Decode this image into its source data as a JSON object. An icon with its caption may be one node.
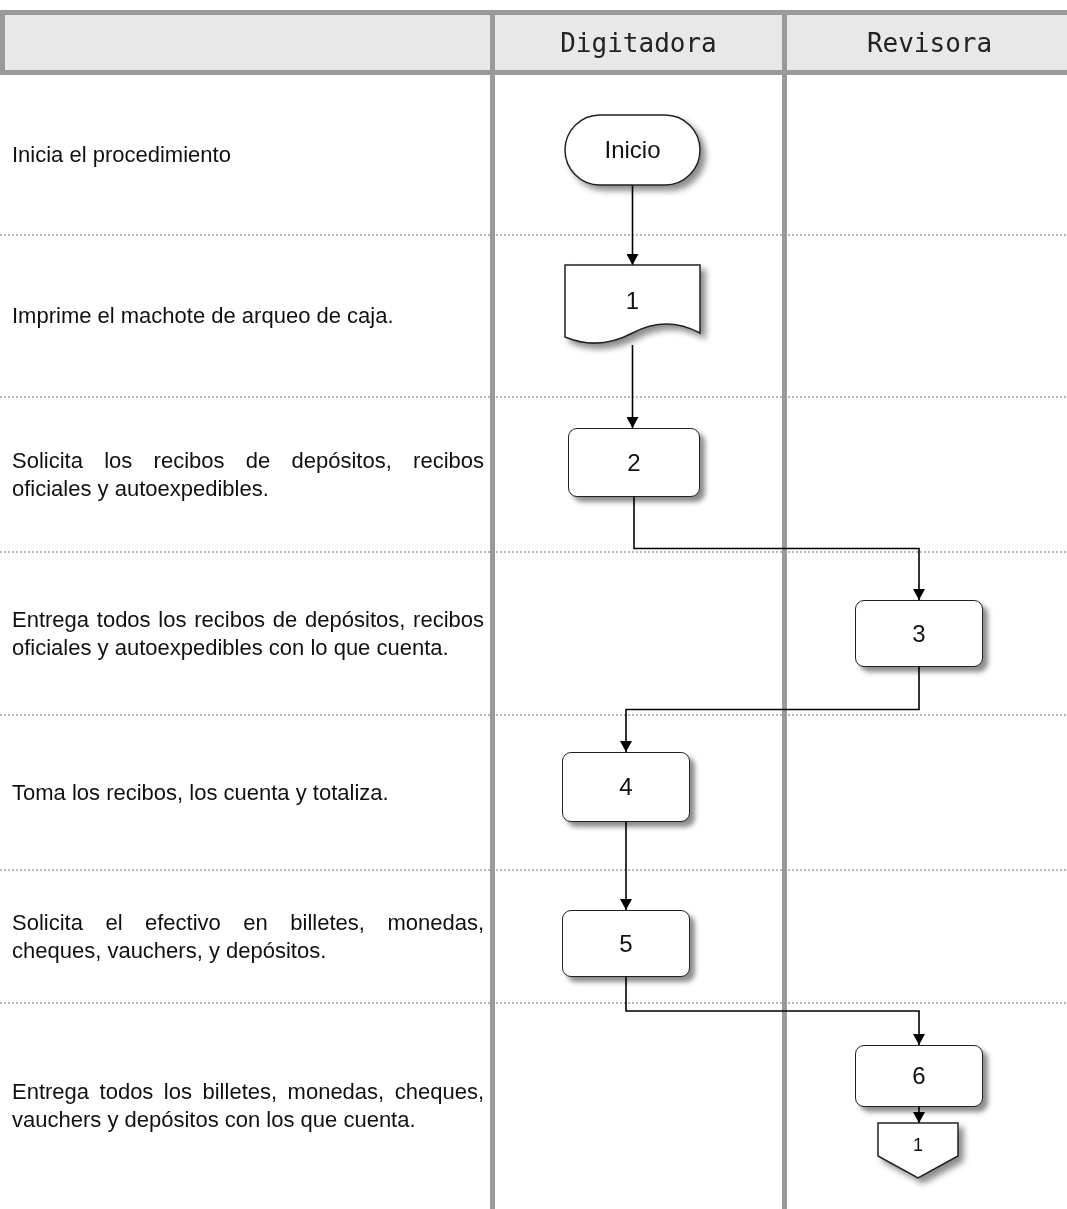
{
  "diagram": {
    "nodes": [
      {
        "text": [
          "Digitadora"
        ]
      },
      {
        "text": [
          "Revisora"
        ]
      },
      {
        "text": [
          "Inicio"
        ],
        "in": 0
      },
      {
        "text": [
          "1"
        ],
        "in": 0
      },
      {
        "text": [
          "2"
        ],
        "in": 0
      },
      {
        "text": [
          "3"
        ],
        "in": 1
      },
      {
        "text": [
          "4"
        ],
        "in": 0
      },
      {
        "text": [
          "5"
        ],
        "in": 0
      },
      {
        "text": [
          "6"
        ],
        "in": 1
      },
      {
        "text": [
          "1"
        ],
        "in": 1
      }
    ],
    "edges": [
      {
        "from": 2,
        "to": 3,
        "arrow": "to"
      },
      {
        "from": 3,
        "to": 4,
        "arrow": "to"
      },
      {
        "from": 4,
        "to": 5,
        "arrow": "to"
      },
      {
        "from": 5,
        "to": 6,
        "arrow": "to"
      },
      {
        "from": 6,
        "to": 7,
        "arrow": "to"
      },
      {
        "from": 7,
        "to": 8,
        "arrow": "to"
      },
      {
        "from": 8,
        "to": 9,
        "arrow": "to"
      }
    ],
    "labels": [
      "Inicia el procedimiento",
      "Imprime el machote de arqueo de caja.",
      "Solicita los recibos de depósitos, recibos oficiales y autoexpedibles.",
      "Entrega todos los recibos de depósitos, recibos oficiales y autoexpedibles con lo que cuenta.",
      "Toma los recibos, los cuenta y totaliza.",
      "Solicita el efectivo en billetes, monedas, cheques, vauchers, y depósitos.",
      "Entrega todos los billetes, monedas, cheques, vauchers y depósitos con los que cuenta."
    ]
  }
}
